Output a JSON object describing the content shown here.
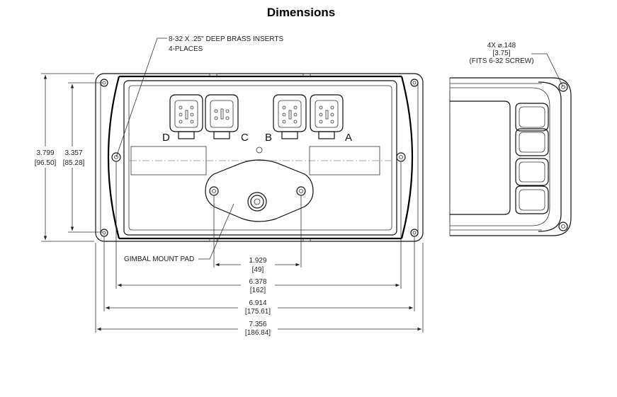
{
  "title": "Dimensions",
  "annotations": {
    "inserts_line1": "8-32 X .25\" DEEP BRASS INSERTS",
    "inserts_line2": "4-PLACES",
    "gimbal": "GIMBAL MOUNT PAD",
    "screw_line1": "4X ⌀.148",
    "screw_line2": "[3.75]",
    "screw_line3": "(FITS 6-32 SCREW)"
  },
  "connectors": {
    "d": "D",
    "c": "C",
    "b": "B",
    "a": "A"
  },
  "dimensions": {
    "height_outer": "3.799",
    "height_outer_mm": "[96.50]",
    "height_inner": "3.357",
    "height_inner_mm": "[85.28]",
    "w1": "1.929",
    "w1_mm": "[49]",
    "w2": "6.378",
    "w2_mm": "[162]",
    "w3": "6.914",
    "w3_mm": "[175.61]",
    "w4": "7.356",
    "w4_mm": "[186.84]"
  }
}
